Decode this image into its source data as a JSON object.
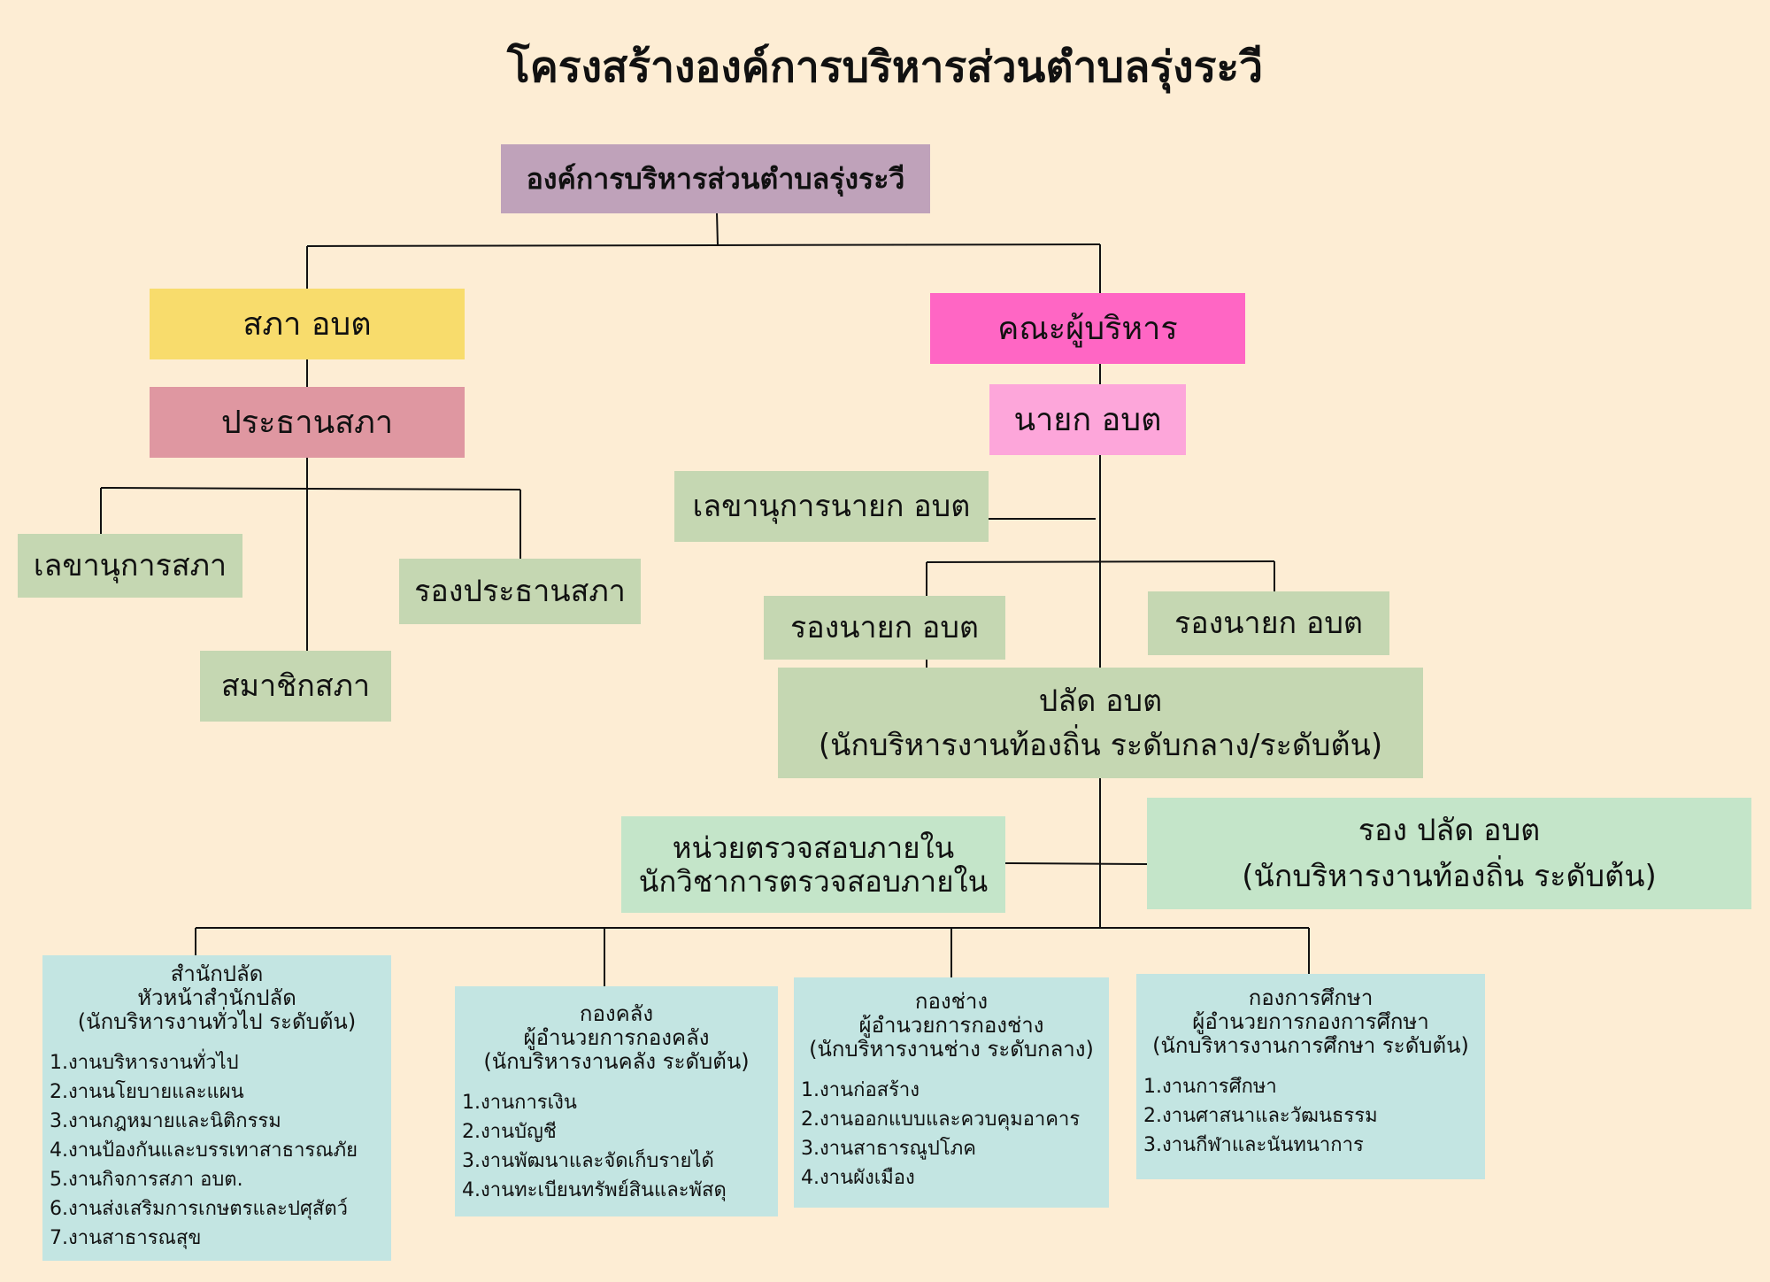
{
  "title": "โครงสร้างองค์การบริหารส่วนตำบลรุ่งระวี",
  "colors": {
    "background": "#FDEDD4",
    "root": "#BFA2BA",
    "council": "#F8DC6C",
    "council_chair": "#DF97A1",
    "executive": "#FF66C4",
    "mayor": "#FDA6DA",
    "green_dark": "#C5D7B2",
    "green_light": "#C4E5C9",
    "dept": "#C3E5E2",
    "line": "#111111"
  },
  "nodes": {
    "root": "องค์การบริหารส่วนตำบลรุ่งระวี",
    "council": "สภา อบต",
    "council_chair": "ประธานสภา",
    "council_secretary": "เลขานุการสภา",
    "council_vice_chair": "รองประธานสภา",
    "council_member": "สมาชิกสภา",
    "executive": "คณะผู้บริหาร",
    "mayor": "นายก อบต",
    "mayor_secretary": "เลขานุการนายก อบต",
    "vice_mayor_1": "รองนายก อบต",
    "vice_mayor_2": "รองนายก อบต",
    "palad": {
      "line1": "ปลัด  อบต",
      "line2": "(นักบริหารงานท้องถิ่น ระดับกลาง/ระดับต้น)"
    },
    "audit": {
      "line1": "หน่วยตรวจสอบภายใน",
      "line2": "นักวิชาการตรวจสอบภายใน"
    },
    "vice_palad": {
      "line1": "รอง ปลัด อบต",
      "line2": "(นักบริหารงานท้องถิ่น ระดับต้น)"
    }
  },
  "departments": [
    {
      "name": "สำนักปลัด",
      "head": "หัวหน้าสำนักปลัด",
      "level": "(นักบริหารงานทั่วไป ระดับต้น)",
      "tasks": [
        "1.งานบริหารงานทั่วไป",
        "2.งานนโยบายและแผน",
        "3.งานกฎหมายและนิติกรรม",
        "4.งานป้องกันและบรรเทาสาธารณภัย",
        "5.งานกิจการสภา อบต.",
        "6.งานส่งเสริมการเกษตรและปศุสัตว์",
        "7.งานสาธารณสุข"
      ]
    },
    {
      "name": "กองคลัง",
      "head": "ผู้อำนวยการกองคลัง",
      "level": "(นักบริหารงานคลัง ระดับต้น)",
      "tasks": [
        "1.งานการเงิน",
        "2.งานบัญชี",
        "3.งานพัฒนาและจัดเก็บรายได้",
        "4.งานทะเบียนทรัพย์สินและพัสดุ"
      ]
    },
    {
      "name": "กองช่าง",
      "head": "ผู้อำนวยการกองช่าง",
      "level": "(นักบริหารงานช่าง ระดับกลาง)",
      "tasks": [
        "1.งานก่อสร้าง",
        "2.งานออกแบบและควบคุมอาคาร",
        "3.งานสาธารณูปโภค",
        "4.งานผังเมือง"
      ]
    },
    {
      "name": "กองการศึกษา",
      "head": "ผู้อำนวยการกองการศึกษา",
      "level": "(นักบริหารงานการศึกษา ระดับต้น)",
      "tasks": [
        "1.งานการศึกษา",
        "2.งานศาสนาและวัฒนธรรม",
        "3.งานกีฬาและนันทนาการ"
      ]
    }
  ]
}
